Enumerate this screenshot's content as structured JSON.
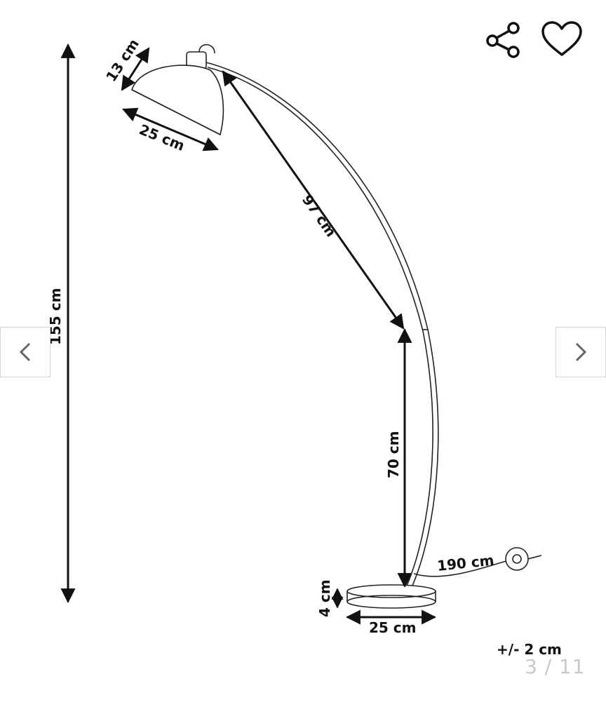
{
  "gallery": {
    "current": "3",
    "separator": "/",
    "total": "11",
    "counter_text": "3 / 11"
  },
  "icons": {
    "share": "share-icon",
    "wishlist": "heart-icon",
    "prev": "chevron-left-icon",
    "next": "chevron-right-icon"
  },
  "dimensions": {
    "shade_height": "13 cm",
    "shade_width": "25 cm",
    "total_height": "155 cm",
    "arm_length": "97 cm",
    "pole_height": "70 cm",
    "cable_length": "190 cm",
    "base_height": "4 cm",
    "base_width": "25 cm",
    "tolerance": "+/- 2 cm"
  },
  "colors": {
    "line": "#111111",
    "counter": "#c9c9c9",
    "nav_border": "#d6d6d6"
  }
}
